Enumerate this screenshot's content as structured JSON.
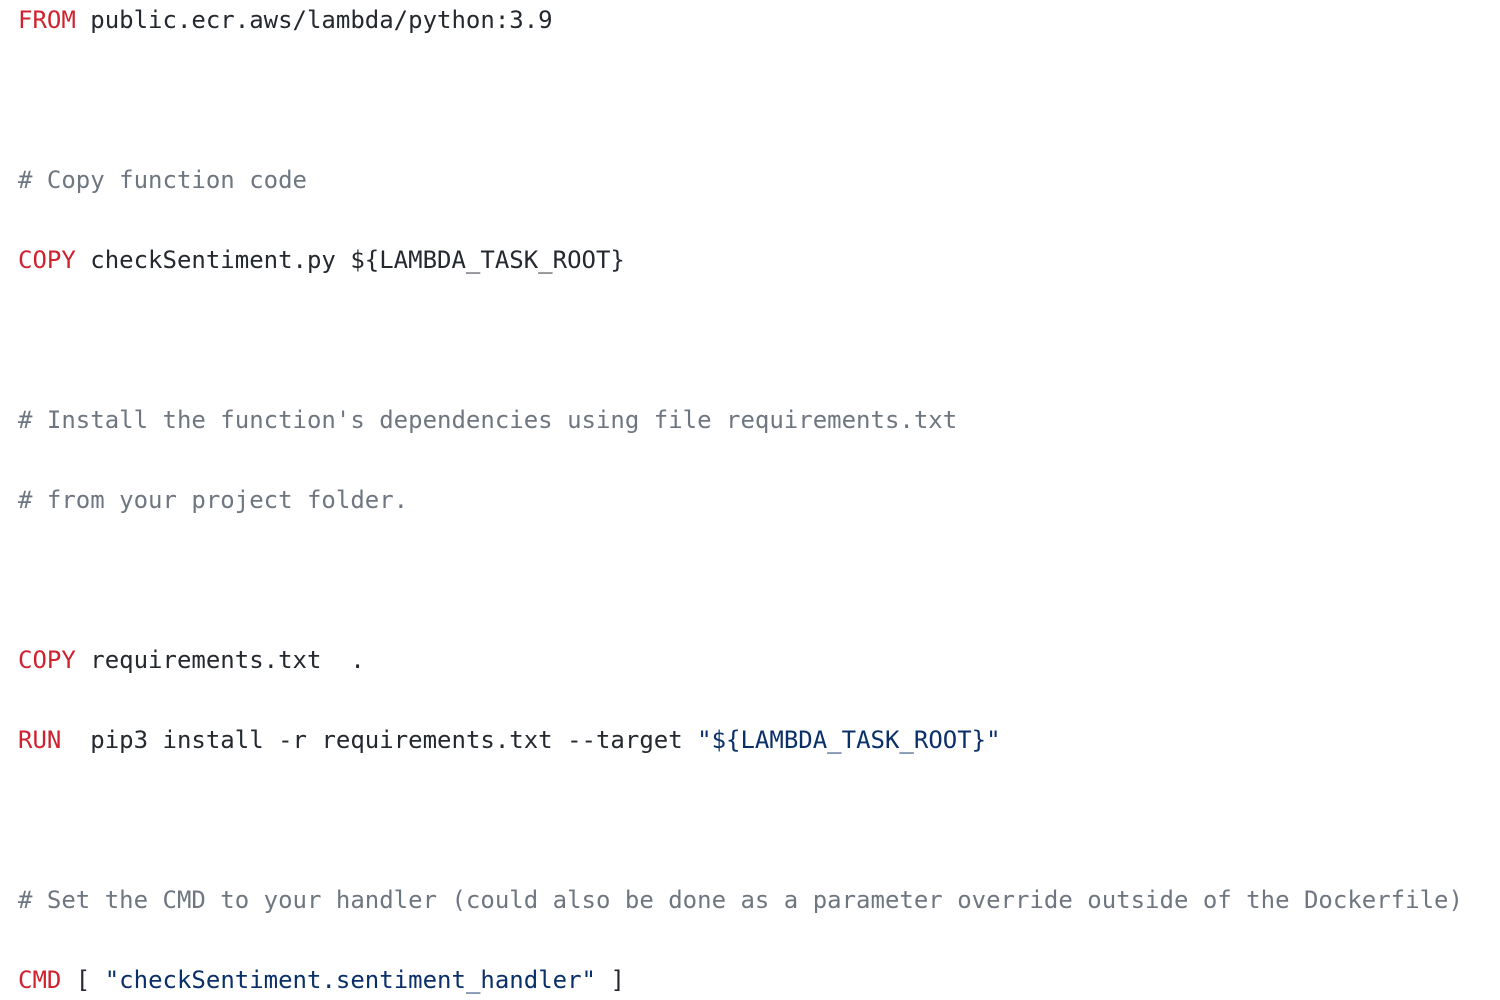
{
  "colors": {
    "keyword": "#cf222e",
    "comment": "#6e7781",
    "string": "#0a3069",
    "text": "#24292f",
    "background": "#ffffff"
  },
  "code": {
    "line1": {
      "kw": "FROM",
      "rest": " public.ecr.aws/lambda/python:3.9"
    },
    "line3": {
      "comment": "# Copy function code"
    },
    "line4": {
      "kw": "COPY",
      "rest": " checkSentiment.py ${LAMBDA_TASK_ROOT}"
    },
    "line6": {
      "comment": "# Install the function's dependencies using file requirements.txt"
    },
    "line7": {
      "comment": "# from your project folder."
    },
    "line9": {
      "kw": "COPY",
      "rest": " requirements.txt  ."
    },
    "line10": {
      "kw": "RUN",
      "rest": "  pip3 install -r requirements.txt --target ",
      "str": "\"${LAMBDA_TASK_ROOT}\""
    },
    "line12": {
      "comment": "# Set the CMD to your handler (could also be done as a parameter override outside of the Dockerfile)"
    },
    "line13": {
      "kw": "CMD",
      "pre": " [ ",
      "str": "\"checkSentiment.sentiment_handler\"",
      "post": " ]"
    }
  }
}
